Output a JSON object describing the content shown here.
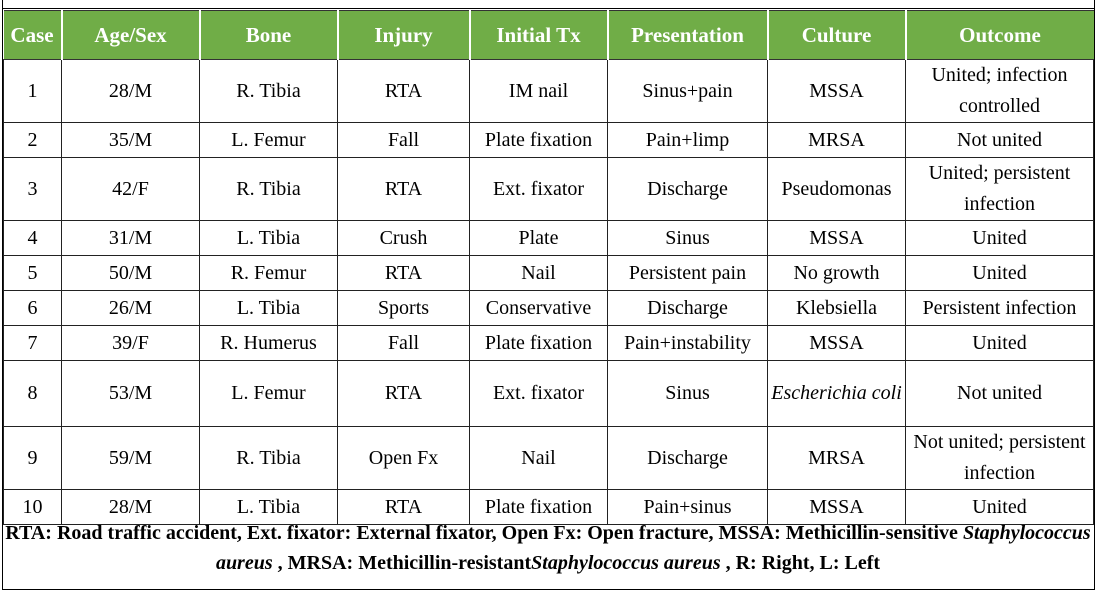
{
  "table": {
    "headers": [
      "Case",
      "Age/Sex",
      "Bone",
      "Injury",
      "Initial Tx",
      "Presentation",
      "Culture",
      "Outcome"
    ],
    "rows": [
      [
        "1",
        "28/M",
        "R. Tibia",
        "RTA",
        "IM nail",
        "Sinus+pain",
        "MSSA",
        "United; infection controlled"
      ],
      [
        "2",
        "35/M",
        "L. Femur",
        "Fall",
        "Plate fixation",
        "Pain+limp",
        "MRSA",
        "Not united"
      ],
      [
        "3",
        "42/F",
        "R. Tibia",
        "RTA",
        "Ext. fixator",
        "Discharge",
        "Pseudomonas",
        "United; persistent infection"
      ],
      [
        "4",
        "31/M",
        "L. Tibia",
        "Crush",
        "Plate",
        "Sinus",
        "MSSA",
        "United"
      ],
      [
        "5",
        "50/M",
        "R. Femur",
        "RTA",
        "Nail",
        "Persistent pain",
        "No growth",
        "United"
      ],
      [
        "6",
        "26/M",
        "L. Tibia",
        "Sports",
        "Conservative",
        "Discharge",
        "Klebsiella",
        "Persistent infection"
      ],
      [
        "7",
        "39/F",
        "R. Humerus",
        "Fall",
        "Plate fixation",
        "Pain+instability",
        "MSSA",
        "United"
      ],
      [
        "8",
        "53/M",
        "L. Femur",
        "RTA",
        "Ext. fixator",
        "Sinus",
        "Escherichia coli",
        "Not united"
      ],
      [
        "9",
        "59/M",
        "R. Tibia",
        "Open Fx",
        "Nail",
        "Discharge",
        "MRSA",
        "Not united; persistent infection"
      ],
      [
        "10",
        "28/M",
        "L. Tibia",
        "RTA",
        "Plate fixation",
        "Pain+sinus",
        "MSSA",
        "United"
      ]
    ]
  },
  "footer": {
    "part1": "RTA: Road traffic accident, Ext. fixator: External fixator, Open Fx: Open fracture, MSSA: Methicillin-sensitive ",
    "italic1": "Staphylococcus aureus",
    "part2": " , MRSA: Methicillin-resistant",
    "italic2": "Staphylococcus aureus",
    "part3": " , R: Right, L: Left"
  },
  "colors": {
    "header_bg": "#70ad47",
    "header_text": "#ffffff"
  }
}
